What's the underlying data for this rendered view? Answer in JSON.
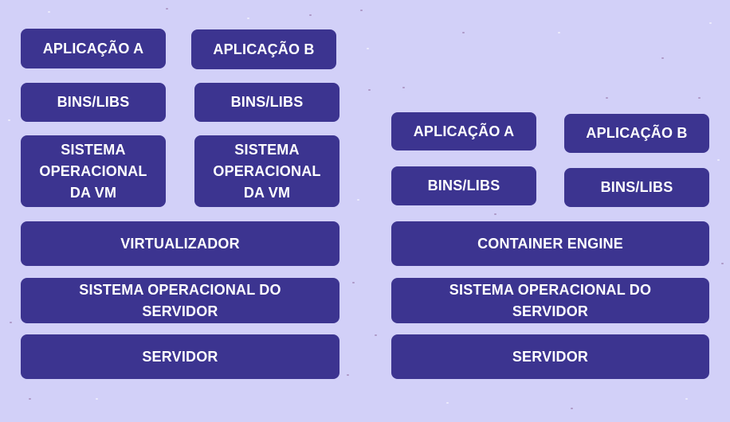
{
  "colors": {
    "background": "#d2d0f8",
    "block": "#3c3490",
    "text": "#ffffff"
  },
  "vm_stack": {
    "app_a": "APLICAÇÃO A",
    "app_b": "APLICAÇÃO B",
    "bins_a": "BINS/LIBS",
    "bins_b": "BINS/LIBS",
    "guest_os_a": [
      "SISTEMA",
      "OPERACIONAL",
      "DA VM"
    ],
    "guest_os_b": [
      "SISTEMA",
      "OPERACIONAL",
      "DA VM"
    ],
    "virtualizer": "VIRTUALIZADOR",
    "host_os": [
      "SISTEMA OPERACIONAL DO",
      "SERVIDOR"
    ],
    "server": "SERVIDOR"
  },
  "container_stack": {
    "app_a": "APLICAÇÃO A",
    "app_b": "APLICAÇÃO B",
    "bins_a": "BINS/LIBS",
    "bins_b": "BINS/LIBS",
    "engine": "CONTAINER ENGINE",
    "host_os": [
      "SISTEMA OPERACIONAL DO",
      "SERVIDOR"
    ],
    "server": "SERVIDOR"
  }
}
